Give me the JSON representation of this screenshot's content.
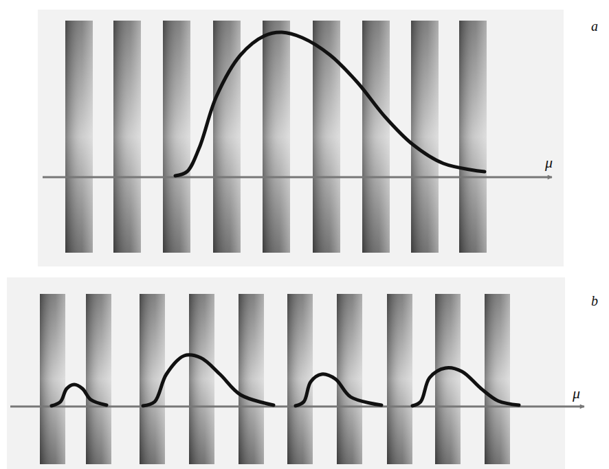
{
  "diagram": {
    "labels": [
      "a",
      "μ",
      "b",
      "μ"
    ]
  }
}
